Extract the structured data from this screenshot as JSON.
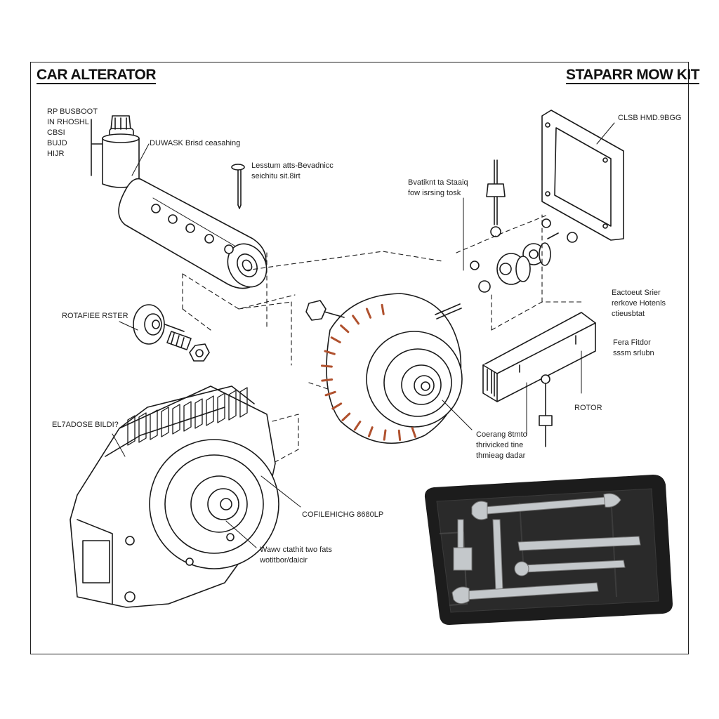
{
  "header": {
    "title_left": "CAR ALTERATOR",
    "title_right": "STAPARR MOW KIT"
  },
  "labels": {
    "bushing_stack": "RP BUSBOOT\nIN RHOSHL\nCBSI\nBUJD\nHIJR",
    "cylinder_bearing": "DUWASK Brisd ceasahing",
    "small_pin": "Lesstum atts-Bevadnicc\nseichitu sit.8irt",
    "screw_kit": "Bvatiknt ta Staaiq\nfow isrsing tosk",
    "gasket_plate": "CLSB HMD.9BGG",
    "rotater_fister": "ROTAFIEE RSTER",
    "right_side_1": "Eactoeut Srier\nrerkove Hotenls\nctieusbtat",
    "right_side_2": "Fera Fitdor\nsssm srlubn",
    "rotor": "ROTOR",
    "bottom_left": "EL7ADOSE BILDI?",
    "center_bottom": "Coerang 8tmto\nthrivicked tine\nthmieag dadar",
    "pulley_label": "COFILEHICHG 8680LP",
    "wave_label": "Wawv ctathit two fats\nwotitbor/daicir"
  },
  "colors": {
    "line": "#1a1a1a",
    "copper": "#b0512e",
    "case_dark": "#1c1c1c",
    "tool_metal": "#bfc3c6"
  }
}
